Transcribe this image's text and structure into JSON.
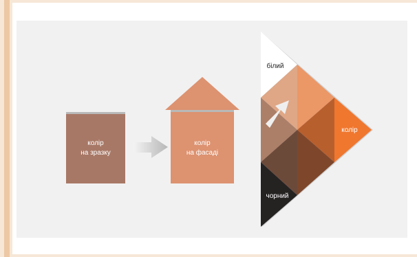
{
  "labels": {
    "sample_color": [
      "колір",
      "на зразку"
    ],
    "facade_color": [
      "колір",
      "на фасаді"
    ],
    "white": "білий",
    "color": "колір",
    "black": "чорний"
  },
  "colors": {
    "sample_box": "#a87866",
    "facade_house": "#dd9270",
    "accent_orange": "#f0772e",
    "black": "#252222",
    "white": "#ffffff",
    "card_background": "#f1f1f1",
    "frame_background": "#f6e7d6"
  }
}
